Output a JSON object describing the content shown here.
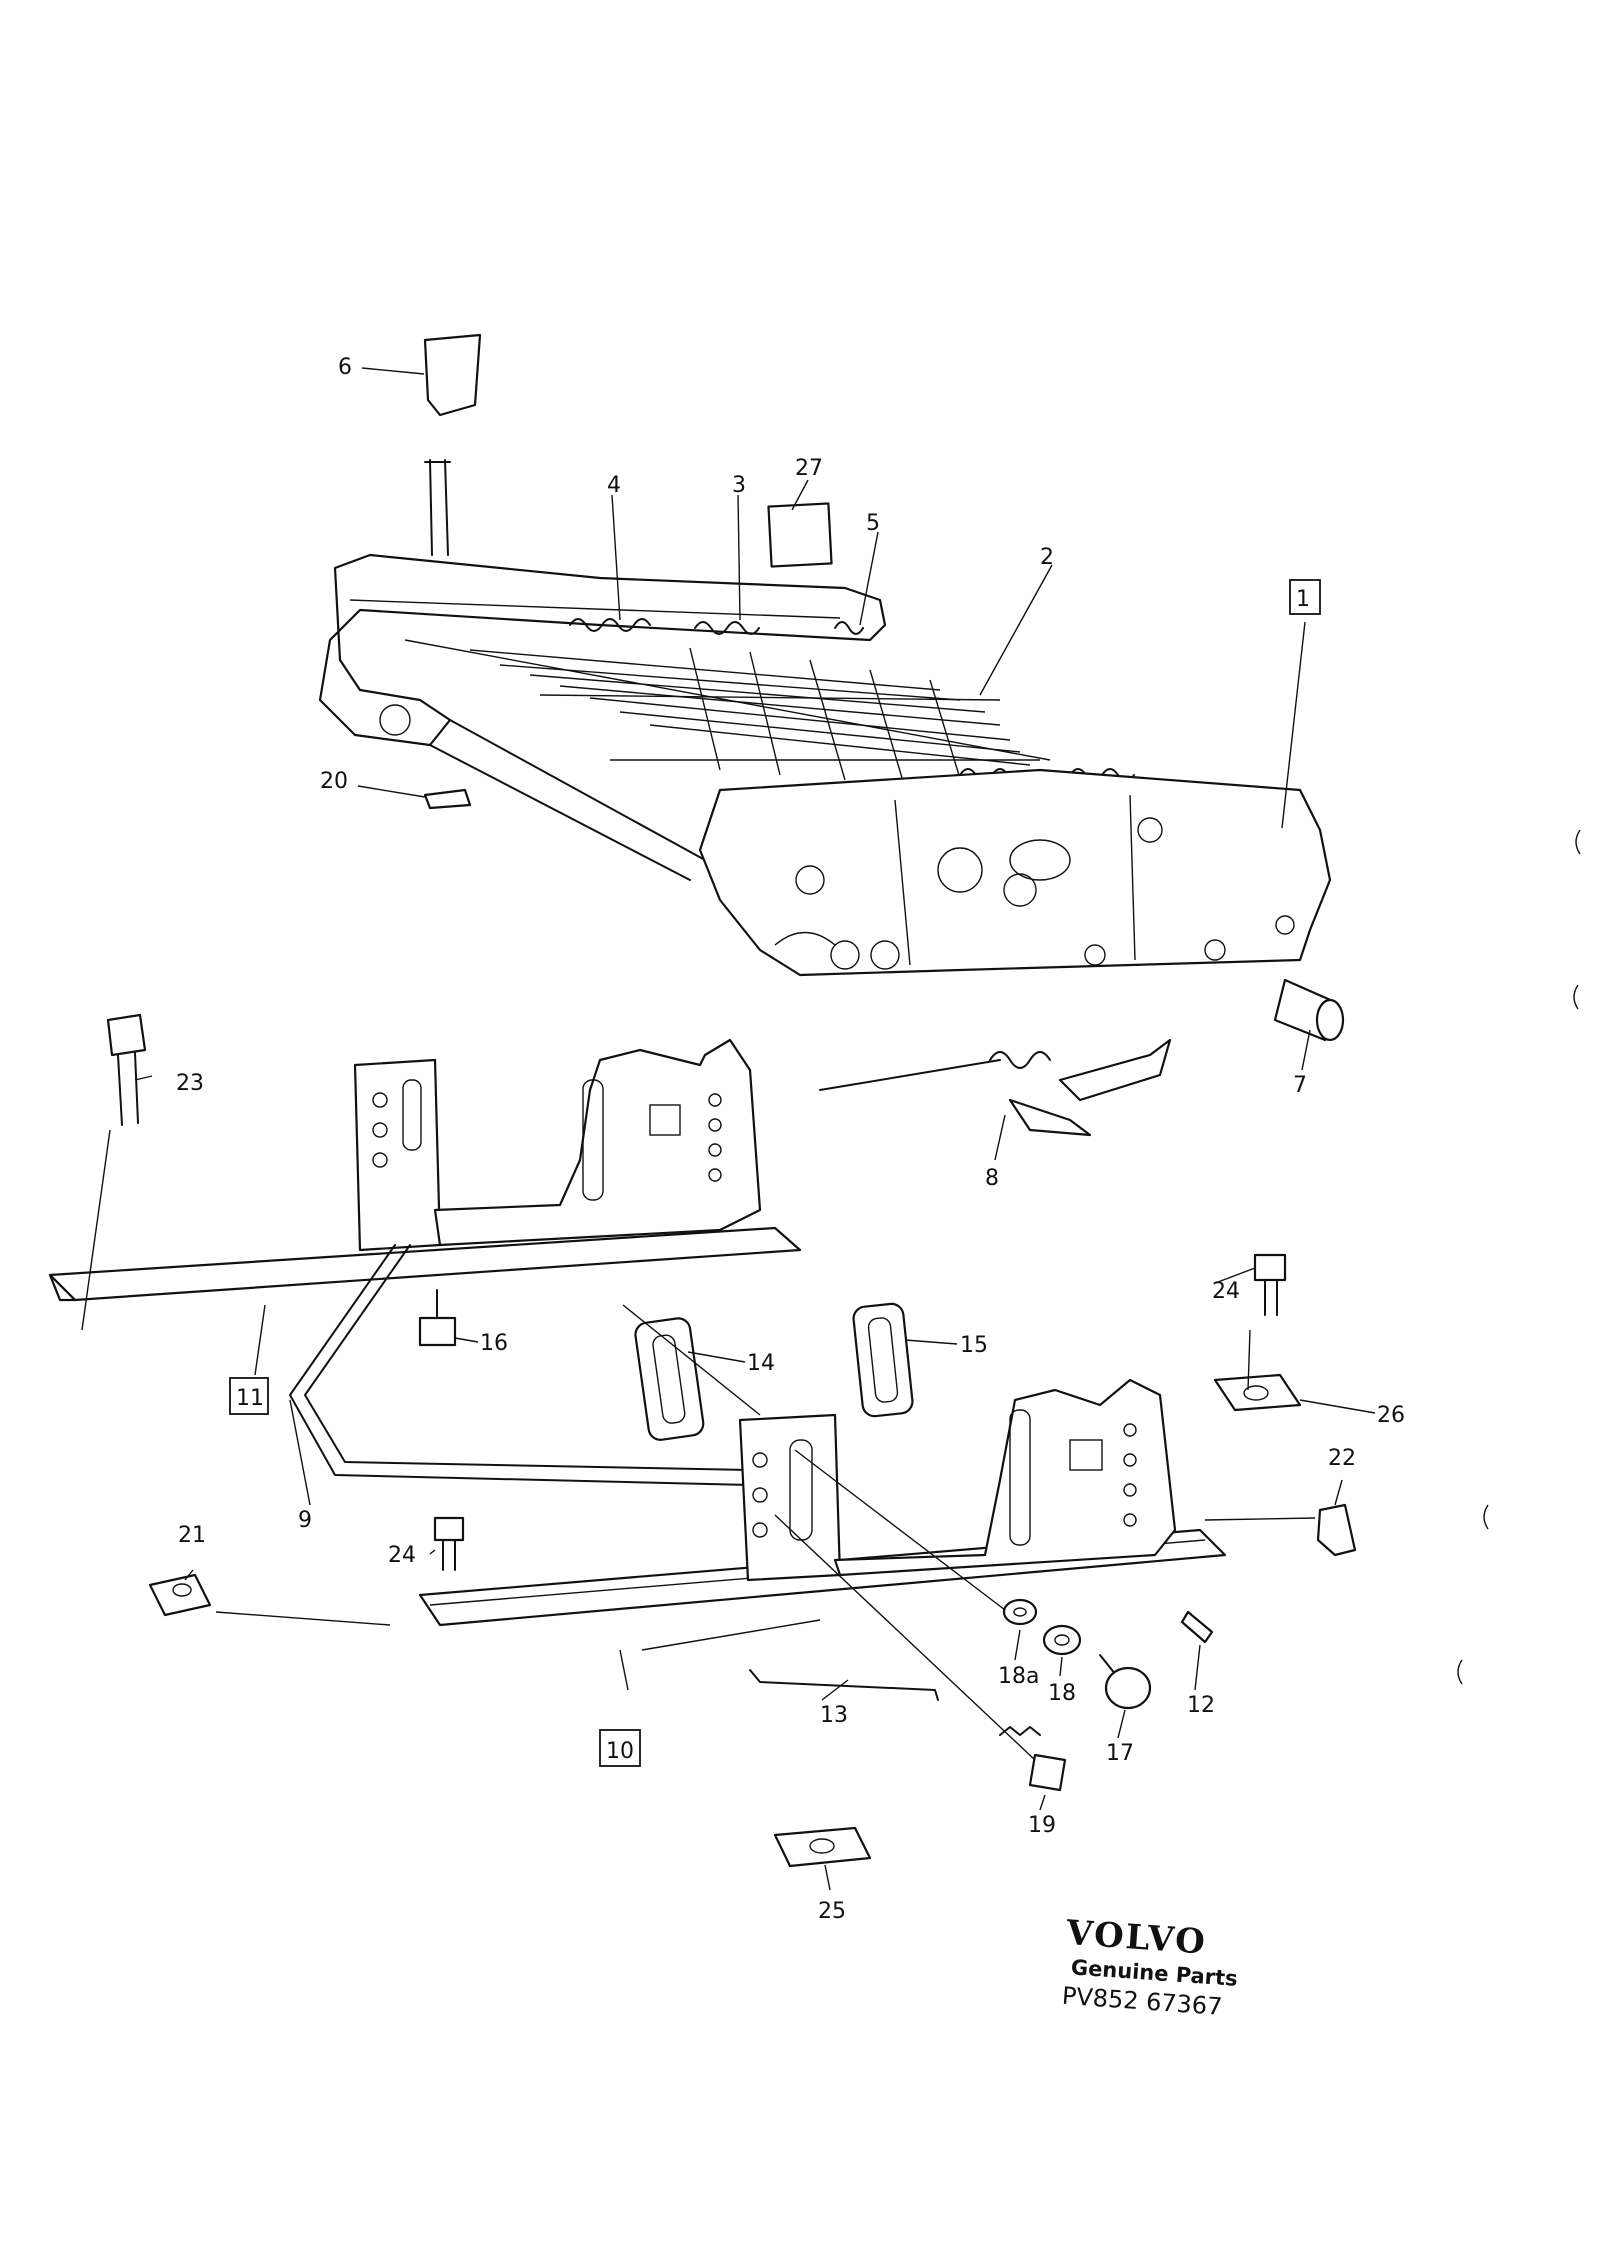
{
  "diagram": {
    "callouts": [
      {
        "id": "c1",
        "label": "1",
        "boxed": true
      },
      {
        "id": "c2",
        "label": "2",
        "boxed": false
      },
      {
        "id": "c3",
        "label": "3",
        "boxed": false
      },
      {
        "id": "c4",
        "label": "4",
        "boxed": false
      },
      {
        "id": "c5",
        "label": "5",
        "boxed": false
      },
      {
        "id": "c6",
        "label": "6",
        "boxed": false
      },
      {
        "id": "c7",
        "label": "7",
        "boxed": false
      },
      {
        "id": "c8",
        "label": "8",
        "boxed": false
      },
      {
        "id": "c9",
        "label": "9",
        "boxed": false
      },
      {
        "id": "c10",
        "label": "10",
        "boxed": true
      },
      {
        "id": "c11",
        "label": "11",
        "boxed": true
      },
      {
        "id": "c12",
        "label": "12",
        "boxed": false
      },
      {
        "id": "c13",
        "label": "13",
        "boxed": false
      },
      {
        "id": "c14",
        "label": "14",
        "boxed": false
      },
      {
        "id": "c15",
        "label": "15",
        "boxed": false
      },
      {
        "id": "c16",
        "label": "16",
        "boxed": false
      },
      {
        "id": "c17",
        "label": "17",
        "boxed": false
      },
      {
        "id": "c18",
        "label": "18",
        "boxed": false
      },
      {
        "id": "c18a",
        "label": "18a",
        "boxed": false
      },
      {
        "id": "c19",
        "label": "19",
        "boxed": false
      },
      {
        "id": "c20",
        "label": "20",
        "boxed": false
      },
      {
        "id": "c21",
        "label": "21",
        "boxed": false
      },
      {
        "id": "c22",
        "label": "22",
        "boxed": false
      },
      {
        "id": "c23",
        "label": "23",
        "boxed": false
      },
      {
        "id": "c24a",
        "label": "24",
        "boxed": false
      },
      {
        "id": "c24b",
        "label": "24",
        "boxed": false
      },
      {
        "id": "c25",
        "label": "25",
        "boxed": false
      },
      {
        "id": "c26",
        "label": "26",
        "boxed": false
      },
      {
        "id": "c27",
        "label": "27",
        "boxed": false
      }
    ]
  },
  "brand": {
    "name": "VOLVO",
    "tagline": "Genuine Parts",
    "code": "PV852 67367"
  },
  "colors": {
    "ink": "#111111",
    "paper": "#ffffff"
  }
}
